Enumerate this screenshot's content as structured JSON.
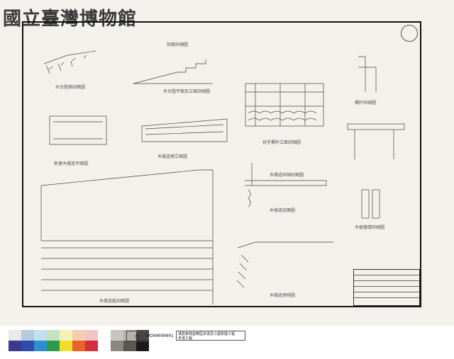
{
  "watermark": {
    "text": "國立臺灣博物館"
  },
  "sheet": {
    "number": ""
  },
  "labels": {
    "d1": "木台階側剖面圖",
    "d2": "木台階平面及立面詳細圖",
    "d3": "剖面詳細圖",
    "d4": "扶手欄杆立面詳細圖",
    "d5": "新建木棧道平面圖",
    "d6": "木棧道側立面圖",
    "d7": "木棧道剖面圖",
    "d8": "欄杆詳細圖",
    "d9": "木棧道詳細剖面圖",
    "d10": "木棧道側視圖",
    "d11": "木樁基礎詳細圖",
    "d12": "木棧道縱剖面圖"
  },
  "title_block": {
    "rows": [
      "",
      "",
      "",
      "",
      "",
      ""
    ]
  },
  "footer": {
    "id_text": "NM2H0090001",
    "caption_line1": "博愛森林遊樂區步道及小屋新建工程",
    "caption_line2": "步道工程"
  },
  "colors": {
    "swatches_top": [
      "#e9e9e9",
      "#b8c9e2",
      "#c3e0ef",
      "#c4e3c4",
      "#f6f1b8",
      "#f5cdb0",
      "#f1c4c8",
      "#ffffff",
      "#c9c4c0",
      "#b7b2ad",
      "#4a4644"
    ],
    "swatches_bottom": [
      "#3c3a8f",
      "#2f4ca8",
      "#2d8fd0",
      "#2f9a4c",
      "#f1dd2d",
      "#e8622c",
      "#d52f3d",
      "#ffffff",
      "#8a8682",
      "#5b5755",
      "#1a1a1a"
    ]
  }
}
